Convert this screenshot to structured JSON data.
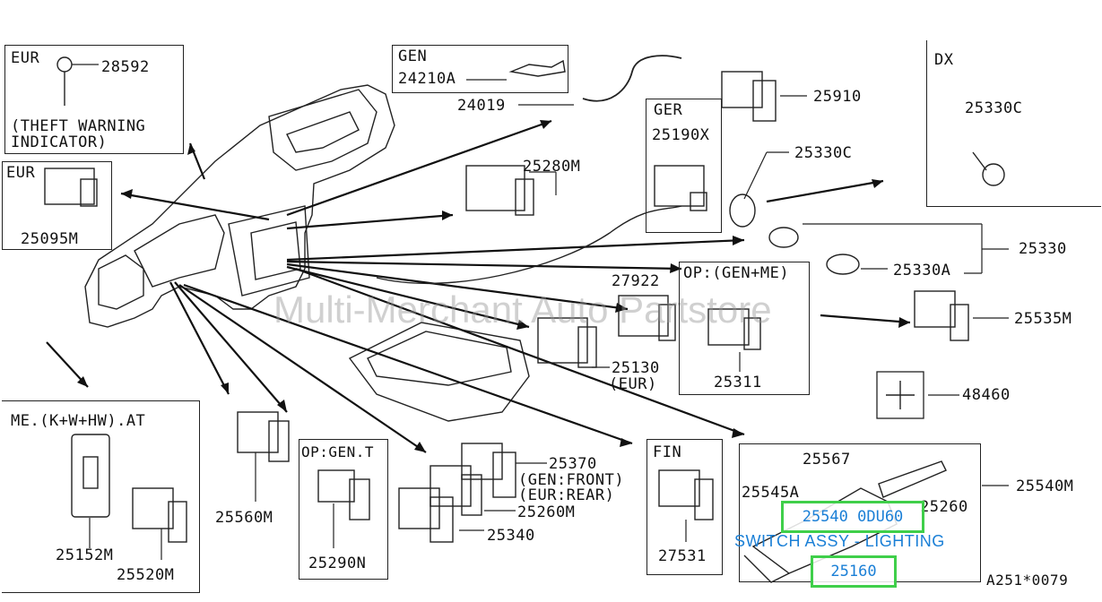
{
  "diagram": {
    "watermark": "Multi-Merchant Auto Partstore",
    "corner_code": "A251*0079",
    "insets": {
      "eur_theft": {
        "region": "EUR",
        "part": "28592",
        "note_line1": "(THEFT WARNING",
        "note_line2": "INDICATOR)"
      },
      "eur_switch": {
        "region": "EUR",
        "part": "25095M"
      },
      "gen_bracket": {
        "region": "GEN",
        "part": "24210A"
      },
      "ger_switch": {
        "region": "GER",
        "part": "25190X"
      },
      "dx": {
        "region": "DX",
        "part": "25330C"
      },
      "op_gen_me": {
        "region": "OP:(GEN+ME)",
        "part": "25311"
      },
      "me_kwhw": {
        "region": "ME.(K+W+HW).AT",
        "part_a": "25152M",
        "part_b": "25520M"
      },
      "op_gen_t": {
        "region": "OP:GEN.T",
        "part": "25290N"
      },
      "fin": {
        "region": "FIN",
        "part": "27531"
      }
    },
    "parts": {
      "p24019": "24019",
      "p25910": "25910",
      "p25280M": "25280M",
      "p25330C": "25330C",
      "p25330": "25330",
      "p25330A": "25330A",
      "p27922": "27922",
      "p25535M": "25535M",
      "p25130": "25130",
      "p25130_note": "(EUR)",
      "p48460": "48460",
      "p25560M": "25560M",
      "p25370": "25370",
      "p25370_note1": "(GEN:FRONT)",
      "p25370_note2": "(EUR:REAR)",
      "p25260M": "25260M",
      "p25340": "25340",
      "p25567": "25567",
      "p25545A": "25545A",
      "p25260": "25260",
      "p25540M": "25540M"
    },
    "highlights": {
      "lighting_switch_part": "25540 0DU60",
      "lighting_switch_desc": "SWITCH ASSY - LIGHTING",
      "p25160": "25160"
    }
  }
}
